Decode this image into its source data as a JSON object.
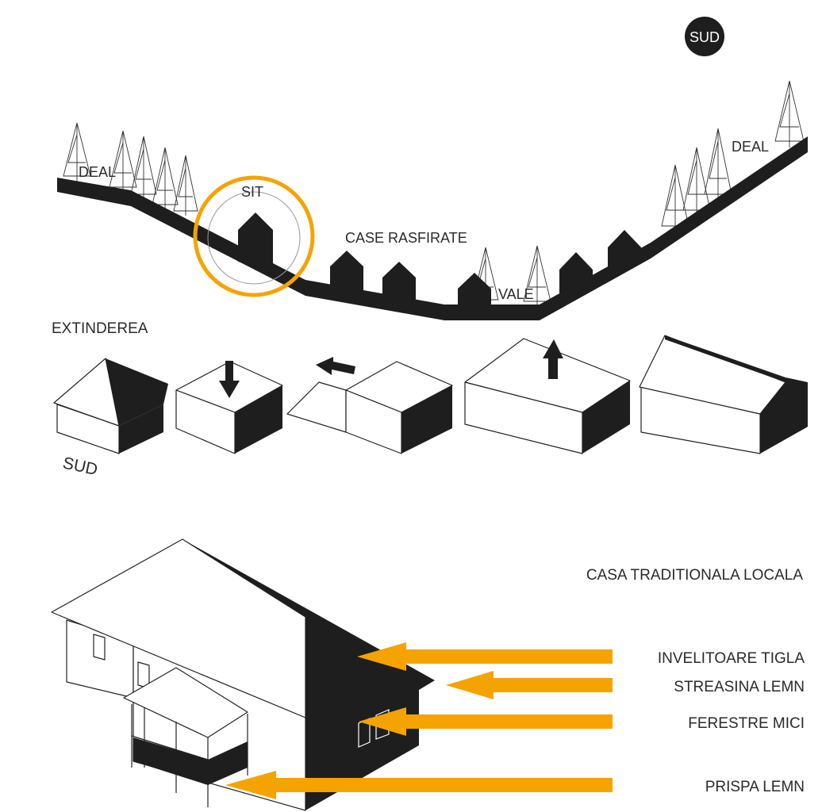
{
  "badge": {
    "label": "SUD"
  },
  "landscape": {
    "hill_left": "DEAL",
    "hill_right": "DEAL",
    "site": "SIT",
    "scattered": "CASE RASFIRATE",
    "valley": "VALE"
  },
  "extension": {
    "title": "EXTINDEREA",
    "south": "SUD"
  },
  "house": {
    "title": "CASA TRADITIONALA LOCALA",
    "callouts": [
      {
        "label": "INVELITOARE TIGLA"
      },
      {
        "label": "STREASINA LEMN"
      },
      {
        "label": "FERESTRE MICI"
      },
      {
        "label": "PRISPA LEMN"
      }
    ]
  },
  "colors": {
    "accent": "#f5a300",
    "ink": "#1e1e1e",
    "background": "#ffffff"
  }
}
